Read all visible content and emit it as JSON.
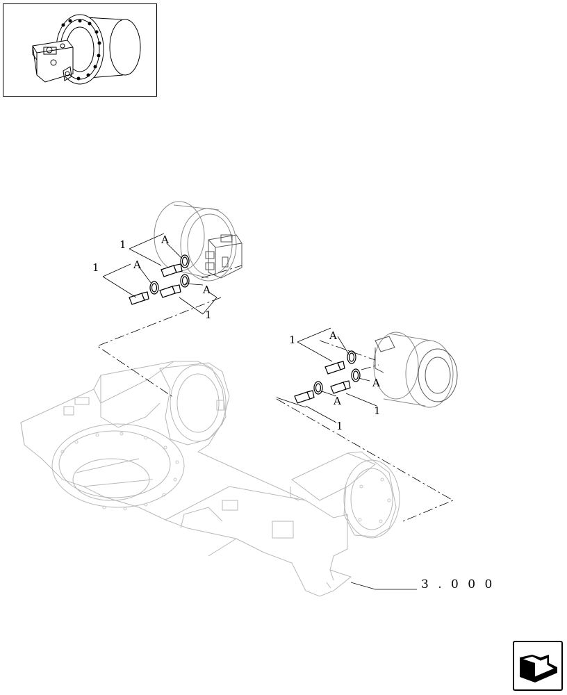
{
  "callouts": {
    "part_number": "1",
    "seal_letter": "A"
  },
  "reference": {
    "drawing_number": "3 . 0 0 0"
  },
  "navigation": {
    "icon": "next-page-arrow-icon"
  },
  "thumbnail": {
    "icon": "final-drive-motor-icon"
  }
}
